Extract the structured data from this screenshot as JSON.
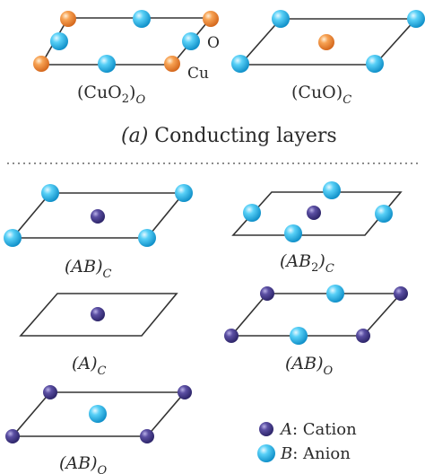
{
  "colors": {
    "oxygen": "#23b8ec",
    "copper": "#ee8a3a",
    "cation": "#4a3f8f",
    "anion": "#23b8ec",
    "edge": "#333333"
  },
  "section_a": {
    "title_tag": "(a)",
    "title_text": " Conducting layers"
  },
  "panels": {
    "cuo2_o": {
      "label_main": "(CuO",
      "label_sub1": "2",
      "label_close": ")",
      "label_sub2": "O",
      "atom_o": "O",
      "atom_cu": "Cu"
    },
    "cuo_c": {
      "label_main": "(CuO)",
      "label_sub": "C"
    },
    "ab_c_1": {
      "label_main": "(AB)",
      "label_sub": "C"
    },
    "ab2_c": {
      "label_main": "(AB",
      "label_sub1": "2",
      "label_close": ")",
      "label_sub2": "C"
    },
    "a_c": {
      "label_main": "(A)",
      "label_sub": "C"
    },
    "ab_o_1": {
      "label_main": "(AB)",
      "label_sub": "O"
    },
    "ab_o_2": {
      "label_main": "(AB)",
      "label_sub": "O"
    }
  },
  "legend": {
    "cation_sym": "A",
    "cation_text": ": Cation",
    "anion_sym": "B",
    "anion_text": ": Anion"
  }
}
